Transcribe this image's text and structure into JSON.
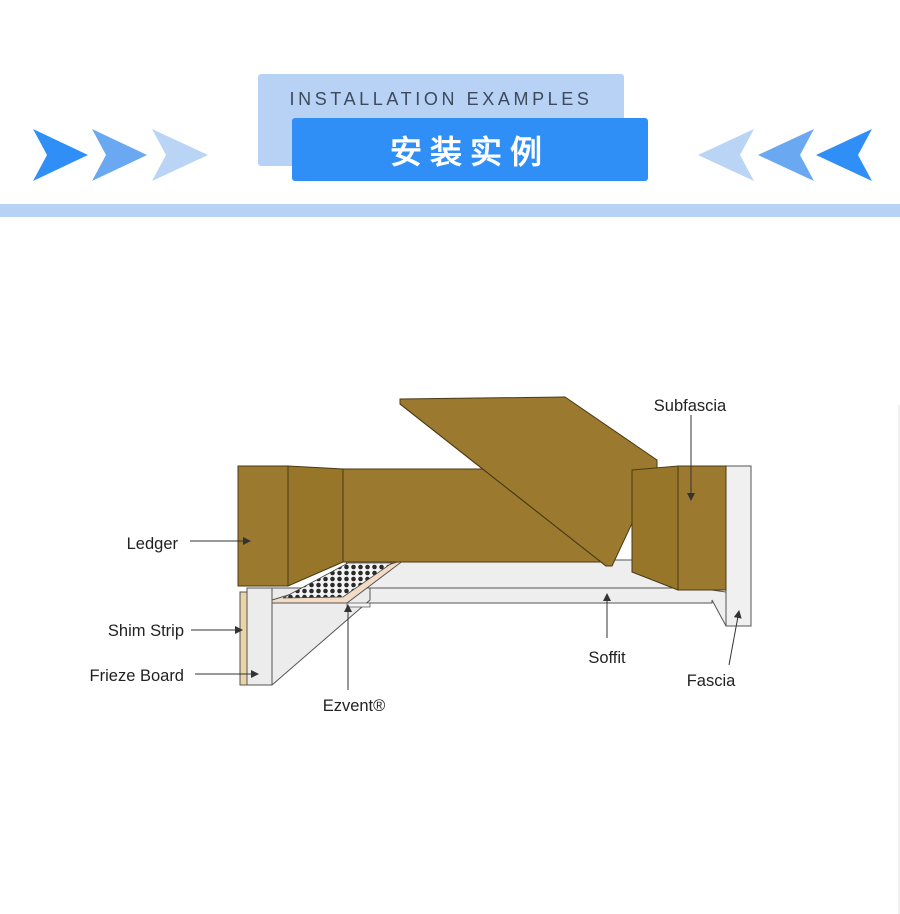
{
  "header": {
    "subtitle": "INSTALLATION EXAMPLES",
    "title": "安装实例"
  },
  "colors": {
    "accent_blue": "#2f8ff6",
    "light_blue": "#b8d2f5",
    "wood": "#9b7a2f",
    "soffit_gray": "#eeeeee"
  },
  "icons": {
    "left_decoration": "chevron-right-icon",
    "right_decoration": "chevron-left-icon"
  },
  "diagram": {
    "labels": {
      "ledger": "Ledger",
      "shim_strip": "Shim Strip",
      "frieze_board": "Frieze Board",
      "ezvent": "Ezvent®",
      "soffit": "Soffit",
      "fascia": "Fascia",
      "subfascia": "Subfascia"
    }
  }
}
